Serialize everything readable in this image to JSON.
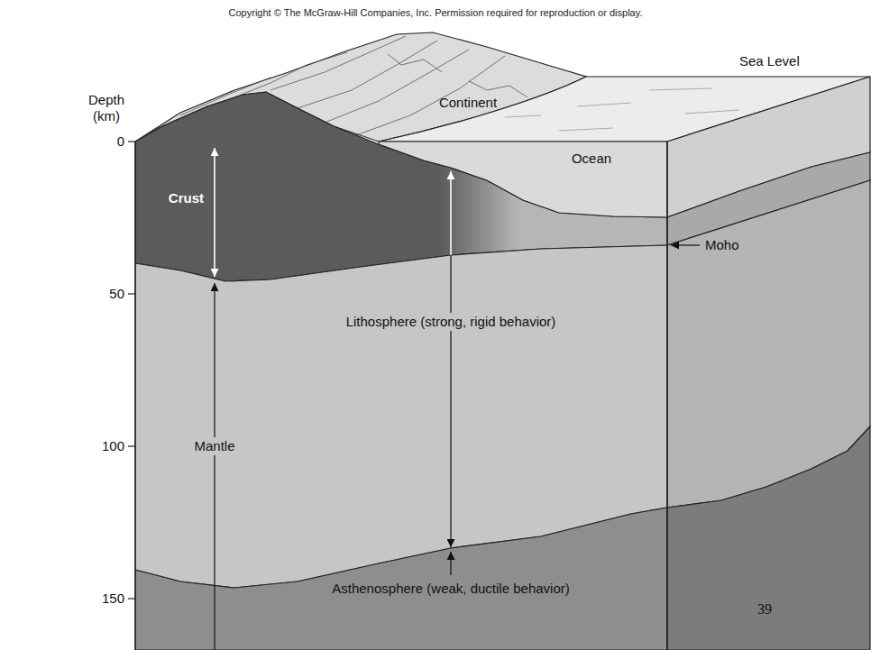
{
  "diagram": {
    "labels": [
      "Copyright © The McGraw-Hill Companies, Inc. Permission required for reproduction or display.",
      "Sea Level",
      "Depth (km)",
      "0",
      "Continent",
      "Ocean",
      "Crust",
      "Moho",
      "50",
      "Lithosphere (strong, rigid behavior)",
      "Mantle",
      "100",
      "Asthenosphere (weak, ductile behavior)",
      "150",
      "39"
    ]
  }
}
